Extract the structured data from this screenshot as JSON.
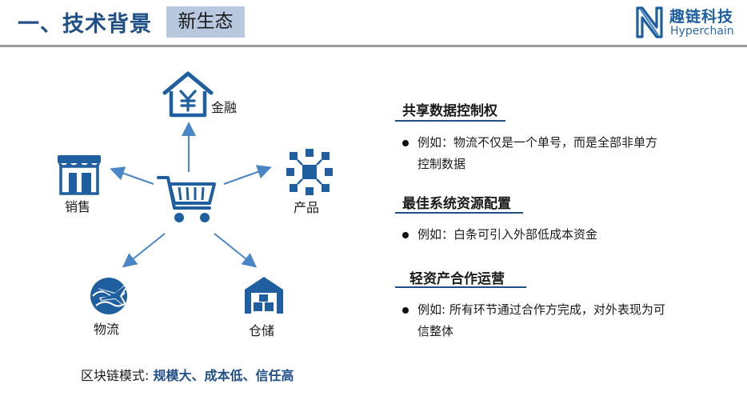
{
  "header": {
    "title": "一、技术背景",
    "tag": "新生态"
  },
  "logo": {
    "name_cn": "趣链科技",
    "name_en": "Hyperchain",
    "icon": "hyperchain-logo-icon"
  },
  "diagram": {
    "center_icon": "shopping-cart-icon",
    "nodes": [
      {
        "label": "金融",
        "icon": "bank-yuan-icon"
      },
      {
        "label": "产品",
        "icon": "cubes-network-icon"
      },
      {
        "label": "仓储",
        "icon": "warehouse-icon"
      },
      {
        "label": "物流",
        "icon": "globe-plane-icon"
      },
      {
        "label": "销售",
        "icon": "storefront-icon"
      }
    ],
    "arrow_color": "#4a86c5",
    "icon_color": "#1f5fa0"
  },
  "features": [
    {
      "title": "共享数据控制权",
      "lines": [
        "例如：物流不仅是一个单号，而是全部非单方",
        "控制数据"
      ]
    },
    {
      "title": "最佳系统资源配置",
      "lines": [
        "例如：白条可引入外部低成本资金"
      ]
    },
    {
      "title": "轻资产合作运营",
      "lines": [
        "例如: 所有环节通过合作方完成，对外表现为可",
        "信整体"
      ]
    }
  ],
  "footer": {
    "prefix": "区块链模式: ",
    "highlight": "规模大、成本低、信任高"
  },
  "colors": {
    "brand": "#1f4f86",
    "tag_bg": "#b8c9df"
  }
}
